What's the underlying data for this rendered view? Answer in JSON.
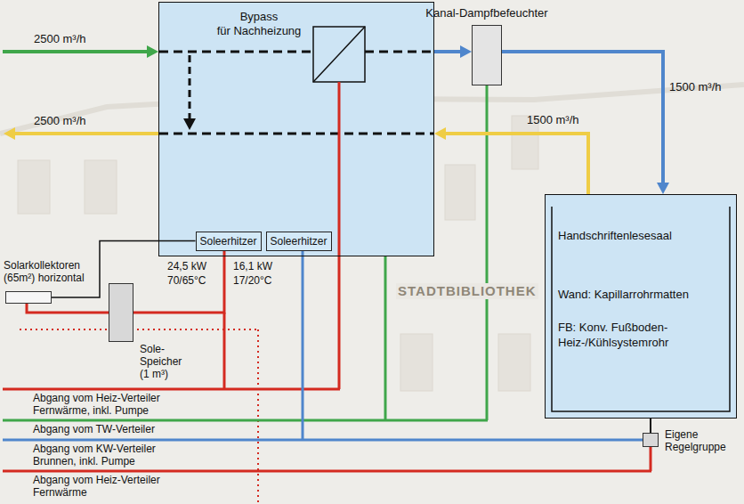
{
  "diagram": {
    "nodes": [
      {
        "text": [
          "Bypass für Nachheizung"
        ]
      },
      {
        "text": [
          "Soleerhitzer"
        ],
        "in": 0
      },
      {
        "text": [
          "Soleerhitzer"
        ],
        "in": 0
      },
      {
        "text": [
          "Kanal-Dampfbefeuchter"
        ]
      },
      {
        "text": [
          "Handschriftenlesesaal",
          "Wand: Kapillarrohrmatten",
          "FB: Konv. Fußboden- Heiz-/Kühlsystemrohr"
        ]
      },
      {
        "text": [
          "Sole- Speicher (1 m³)"
        ]
      },
      {
        "text": [
          "Solarkollektoren (65m²) horizontal"
        ]
      },
      {
        "text": [
          "Eigene Regelgruppe"
        ]
      }
    ],
    "edges": [
      {
        "from": 0,
        "to": 3,
        "arrow": "to"
      },
      {
        "from": 3,
        "to": 4,
        "label": "1500 m³/h",
        "arrow": "to"
      },
      {
        "from": 4,
        "to": 0,
        "label": "1500 m³/h",
        "arrow": "to"
      },
      {
        "from": 6,
        "to": 1,
        "arrow": "none"
      },
      {
        "from": 6,
        "to": 5,
        "arrow": "none"
      },
      {
        "from": 5,
        "to": 1,
        "arrow": "none"
      },
      {
        "from": 7,
        "to": 4,
        "arrow": "none"
      }
    ],
    "labels": [
      "2500 m³/h",
      "2500 m³/h",
      "24,5 kW",
      "70/65°C",
      "16,1 kW",
      "17/20°C",
      "Abgang vom Heiz-Verteiler Fernwärme, inkl. Pumpe",
      "Abgang vom TW-Verteiler",
      "Abgang vom KW-Verteiler Brunnen, inkl. Pumpe",
      "Abgang vom Heiz-Verteiler Fernwärme",
      "STADTBIBLIOTHEK"
    ]
  }
}
